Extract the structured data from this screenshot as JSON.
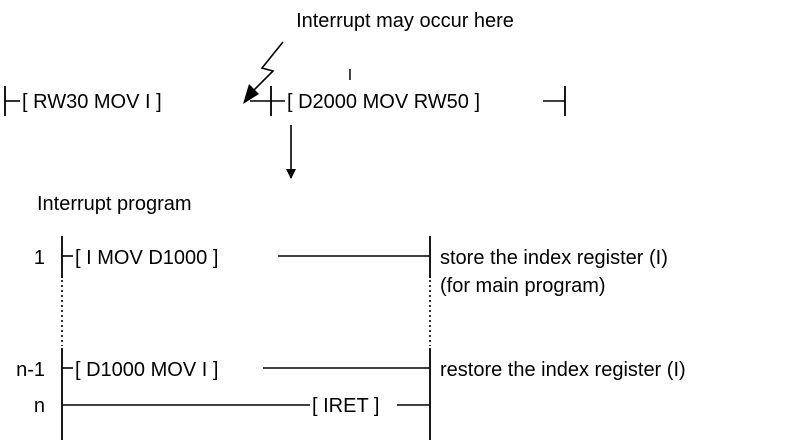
{
  "top": {
    "interrupt_note": "Interrupt may occur here",
    "rung_instr_1": "[ RW30 MOV I ]",
    "rung_instr_2": "[ D2000 MOV RW50 ]",
    "pointer_mark": "I"
  },
  "interrupt_program": {
    "title": "Interrupt program",
    "rungs": [
      {
        "number": "1",
        "instruction": "[ I MOV D1000 ]",
        "comment_lines": [
          "store the index register (I)",
          "(for main program)"
        ]
      },
      {
        "number": "n-1",
        "instruction": "[ D1000 MOV I ]",
        "comment_lines": [
          "restore the index register (I)"
        ]
      },
      {
        "number": "n",
        "instruction": "[ IRET ]",
        "comment_lines": []
      }
    ]
  },
  "icons": {
    "interrupt_arrow": "lightning-arrow-icon",
    "flow_arrow": "down-arrow-icon"
  },
  "colors": {
    "ink": "#000000",
    "background": "#ffffff"
  }
}
